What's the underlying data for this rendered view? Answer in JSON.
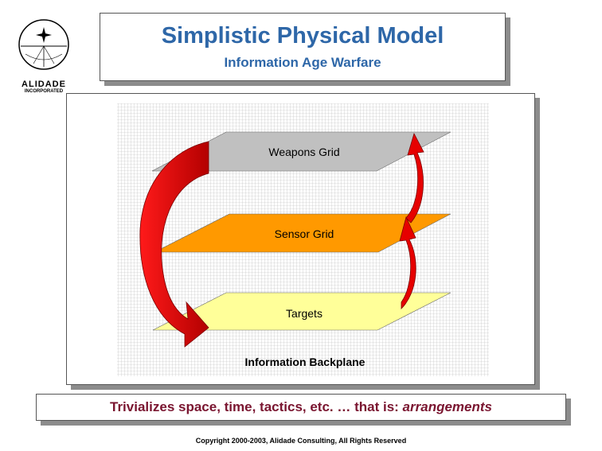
{
  "logo": {
    "name": "ALIDADE",
    "sub": "INCORPORATED"
  },
  "title": {
    "main": "Simplistic Physical Model",
    "sub": "Information Age Warfare"
  },
  "diagram": {
    "layers": [
      {
        "label": "Weapons Grid",
        "color": "#c0c0c0"
      },
      {
        "label": "Sensor Grid",
        "color": "#ff9900"
      },
      {
        "label": "Targets",
        "color": "#ffff99"
      }
    ],
    "backplane_label": "Information Backplane",
    "arrow_color": "#e60000"
  },
  "banner": {
    "text": "Trivializes space, time, tactics, etc. … that is: ",
    "emphasis": "arrangements"
  },
  "copyright": "Copyright 2000-2003, Alidade Consulting, All Rights Reserved"
}
